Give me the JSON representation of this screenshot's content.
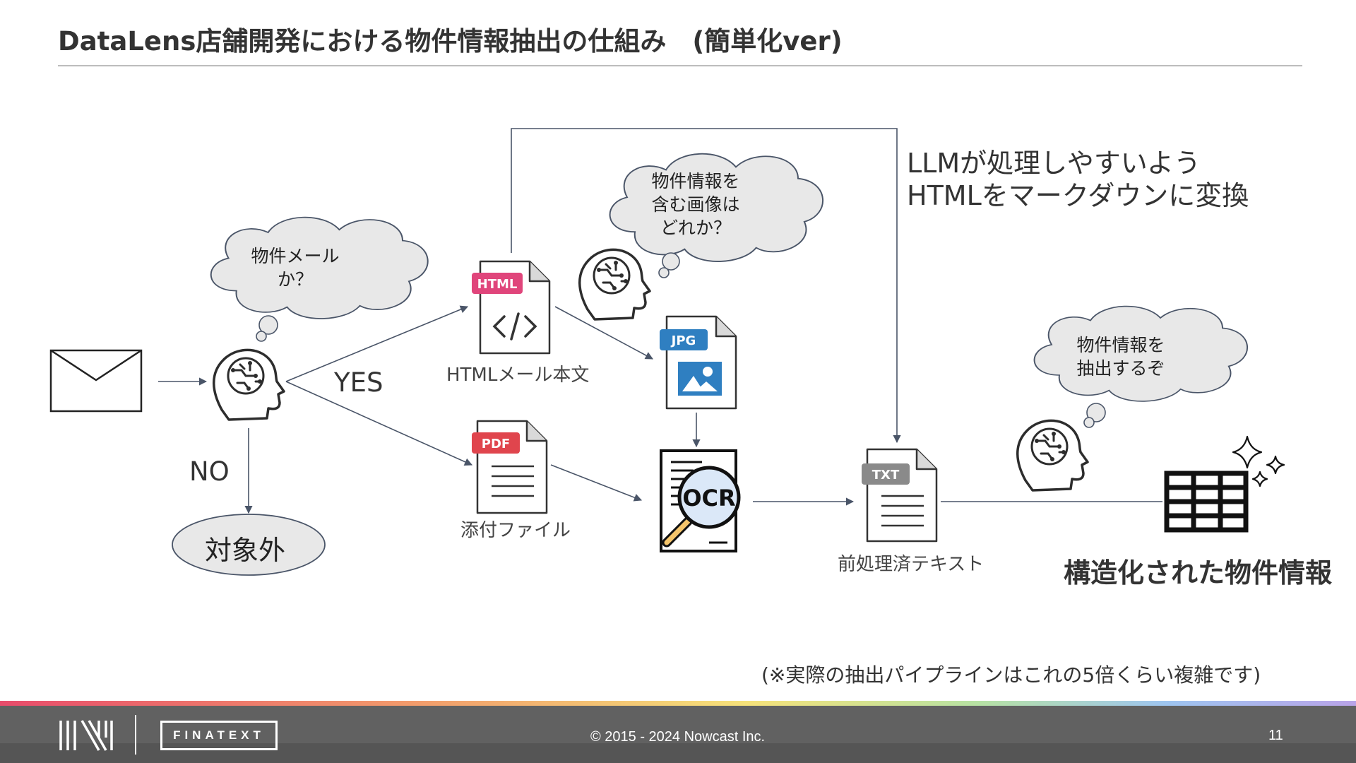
{
  "title": "DataLens店舗開発における物件情報抽出の仕組み　(簡単化ver)",
  "labels": {
    "yes": "YES",
    "no": "NO",
    "out_of_scope": "対象外",
    "html_body": "HTMLメール本文",
    "attachment": "添付ファイル",
    "preprocessed_text": "前処理済テキスト",
    "structured_info": "構造化された物件情報",
    "convert_line1": "LLMが処理しやすいよう",
    "convert_line2": "HTMLをマークダウンに変換"
  },
  "clouds": {
    "is_property_mail": [
      "物件メール",
      "か？"
    ],
    "which_image": [
      "物件情報を",
      "含む画像は",
      "どれか？"
    ],
    "extract": [
      "物件情報を",
      "抽出するぞ"
    ]
  },
  "file_tags": {
    "html": "HTML",
    "jpg": "JPG",
    "pdf": "PDF",
    "txt": "TXT",
    "ocr": "OCR"
  },
  "note": "(※実際の抽出パイプラインはこれの5倍くらい複雑です)",
  "footer": {
    "copyright": "© 2015 - 2024 Nowcast Inc.",
    "page_number": "11",
    "brand": "FINATEXT"
  },
  "colors": {
    "html_tag": "#e0457b",
    "jpg_tag": "#2f7fc1",
    "pdf_tag": "#e0454d",
    "txt_tag": "#8a8a8a",
    "cloud_fill": "#e8e8e8",
    "arrow": "#4a5568"
  },
  "icons": [
    "envelope-icon",
    "ai-head-icon",
    "html-file-icon",
    "jpg-file-icon",
    "pdf-file-icon",
    "ocr-icon",
    "txt-file-icon",
    "table-icon",
    "sparkle-icon"
  ]
}
